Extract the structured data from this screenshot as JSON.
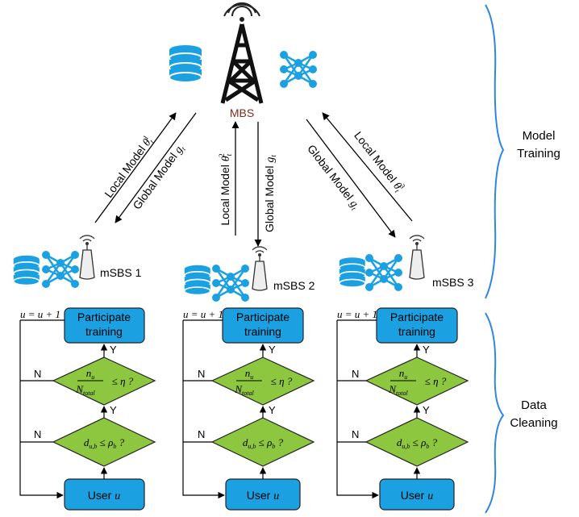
{
  "tower": {
    "label": "MBS"
  },
  "top_arrows": {
    "left": {
      "up_label": "Local Model",
      "up_sym": "θ",
      "up_sub": "t",
      "up_sup": "1",
      "down_label": "Global Model",
      "down_sym": "g",
      "down_sub": "t"
    },
    "middle": {
      "up_label": "Local Model",
      "up_sym": "θ",
      "up_sub": "t",
      "up_sup": "2",
      "down_label": "Global Model",
      "down_sym": "g",
      "down_sub": "t"
    },
    "right": {
      "up_label": "Local Model",
      "up_sym": "θ",
      "up_sub": "t",
      "up_sup": "3",
      "down_label": "Global Model",
      "down_sym": "g",
      "down_sub": "t"
    }
  },
  "sections": {
    "model_training_line1": "Model",
    "model_training_line2": "Training",
    "data_cleaning_line1": "Data",
    "data_cleaning_line2": "Cleaning"
  },
  "stations": [
    {
      "name": "mSBS 1"
    },
    {
      "name": "mSBS 2"
    },
    {
      "name": "mSBS 3"
    }
  ],
  "flow": {
    "participate_line1": "Participate",
    "participate_line2": "training",
    "user_label": "User",
    "user_var": "u",
    "update_rule": "u = u + 1",
    "yes": "Y",
    "no": "N",
    "ratio_num": "n",
    "ratio_num_sub": "u",
    "ratio_den": "N",
    "ratio_den_sub": "total",
    "ratio_rel": "≤ η ?",
    "dist_var": "d",
    "dist_sub": "u,b",
    "dist_rel": "≤",
    "dist_rho": "ρ",
    "dist_rho_sub": "b",
    "dist_q": "?"
  },
  "colors": {
    "box_blue": "#1BA1E2",
    "diamond_green": "#8DC63F",
    "icon_blue": "#1BA1E2",
    "mbs_text": "#7B2C1E",
    "brace_blue": "#2E86DE"
  }
}
